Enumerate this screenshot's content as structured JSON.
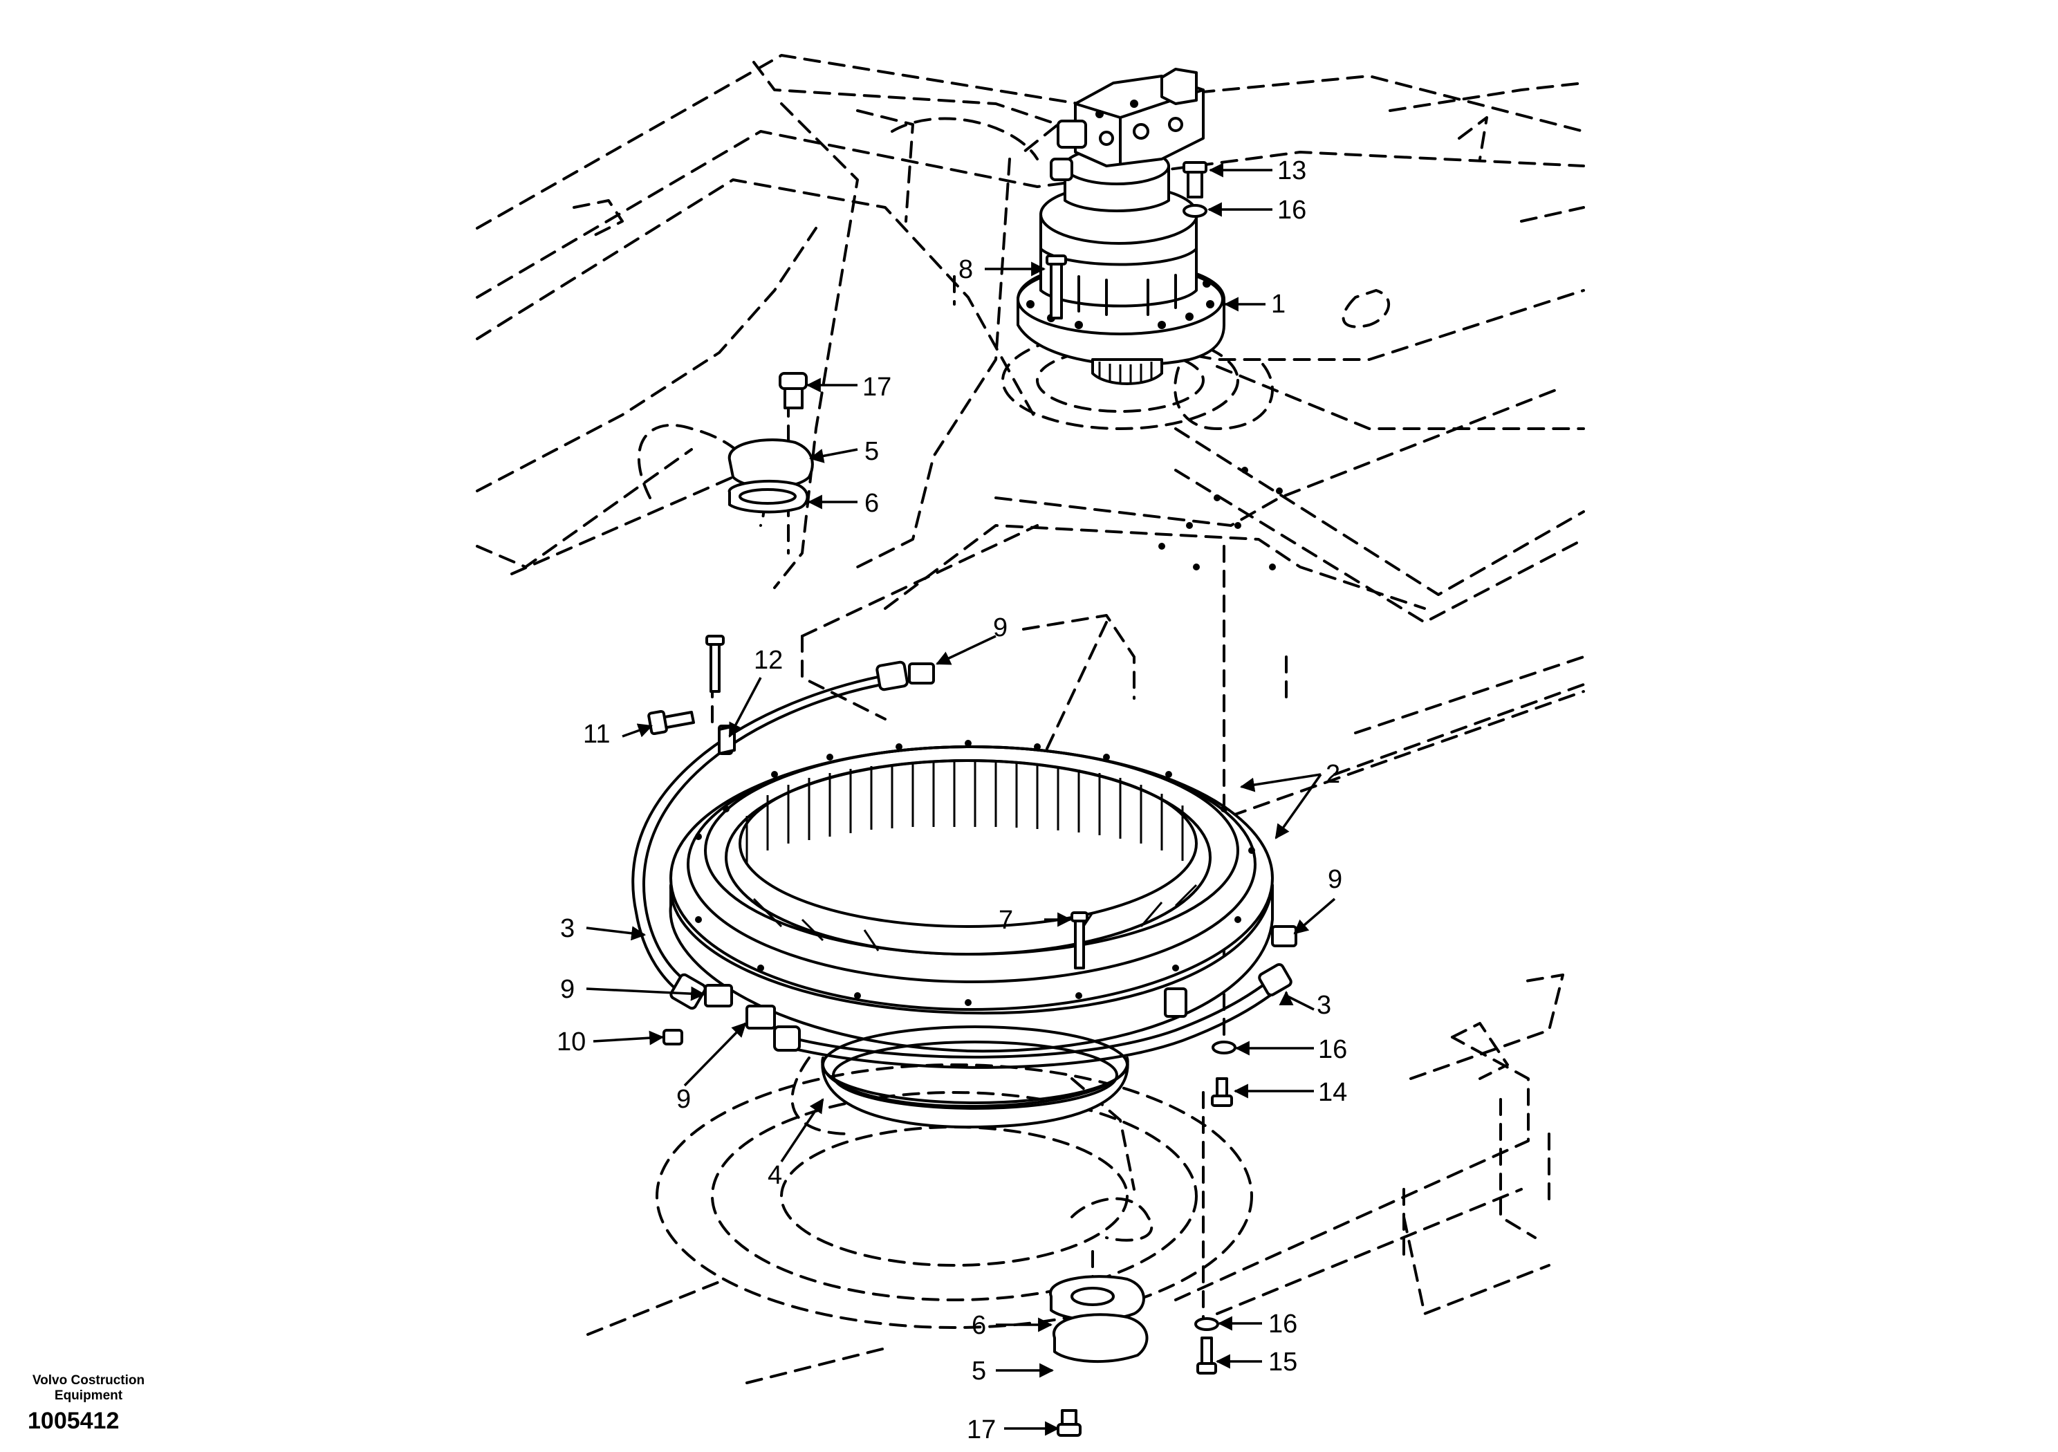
{
  "footer": {
    "manufacturer_line1": "Volvo Costruction",
    "manufacturer_line2": "Equipment",
    "drawing_number": "1005412"
  },
  "callouts": [
    {
      "id": "c1",
      "label": "1"
    },
    {
      "id": "c2",
      "label": "2"
    },
    {
      "id": "c3a",
      "label": "3"
    },
    {
      "id": "c3b",
      "label": "3"
    },
    {
      "id": "c4",
      "label": "4"
    },
    {
      "id": "c5a",
      "label": "5"
    },
    {
      "id": "c5b",
      "label": "5"
    },
    {
      "id": "c6a",
      "label": "6"
    },
    {
      "id": "c6b",
      "label": "6"
    },
    {
      "id": "c7",
      "label": "7"
    },
    {
      "id": "c8",
      "label": "8"
    },
    {
      "id": "c9a",
      "label": "9"
    },
    {
      "id": "c9b",
      "label": "9"
    },
    {
      "id": "c9c",
      "label": "9"
    },
    {
      "id": "c9d",
      "label": "9"
    },
    {
      "id": "c10",
      "label": "10"
    },
    {
      "id": "c11",
      "label": "11"
    },
    {
      "id": "c12",
      "label": "12"
    },
    {
      "id": "c13",
      "label": "13"
    },
    {
      "id": "c14",
      "label": "14"
    },
    {
      "id": "c15",
      "label": "15"
    },
    {
      "id": "c16a",
      "label": "16"
    },
    {
      "id": "c16b",
      "label": "16"
    },
    {
      "id": "c16c",
      "label": "16"
    },
    {
      "id": "c17a",
      "label": "17"
    },
    {
      "id": "c17b",
      "label": "17"
    }
  ]
}
